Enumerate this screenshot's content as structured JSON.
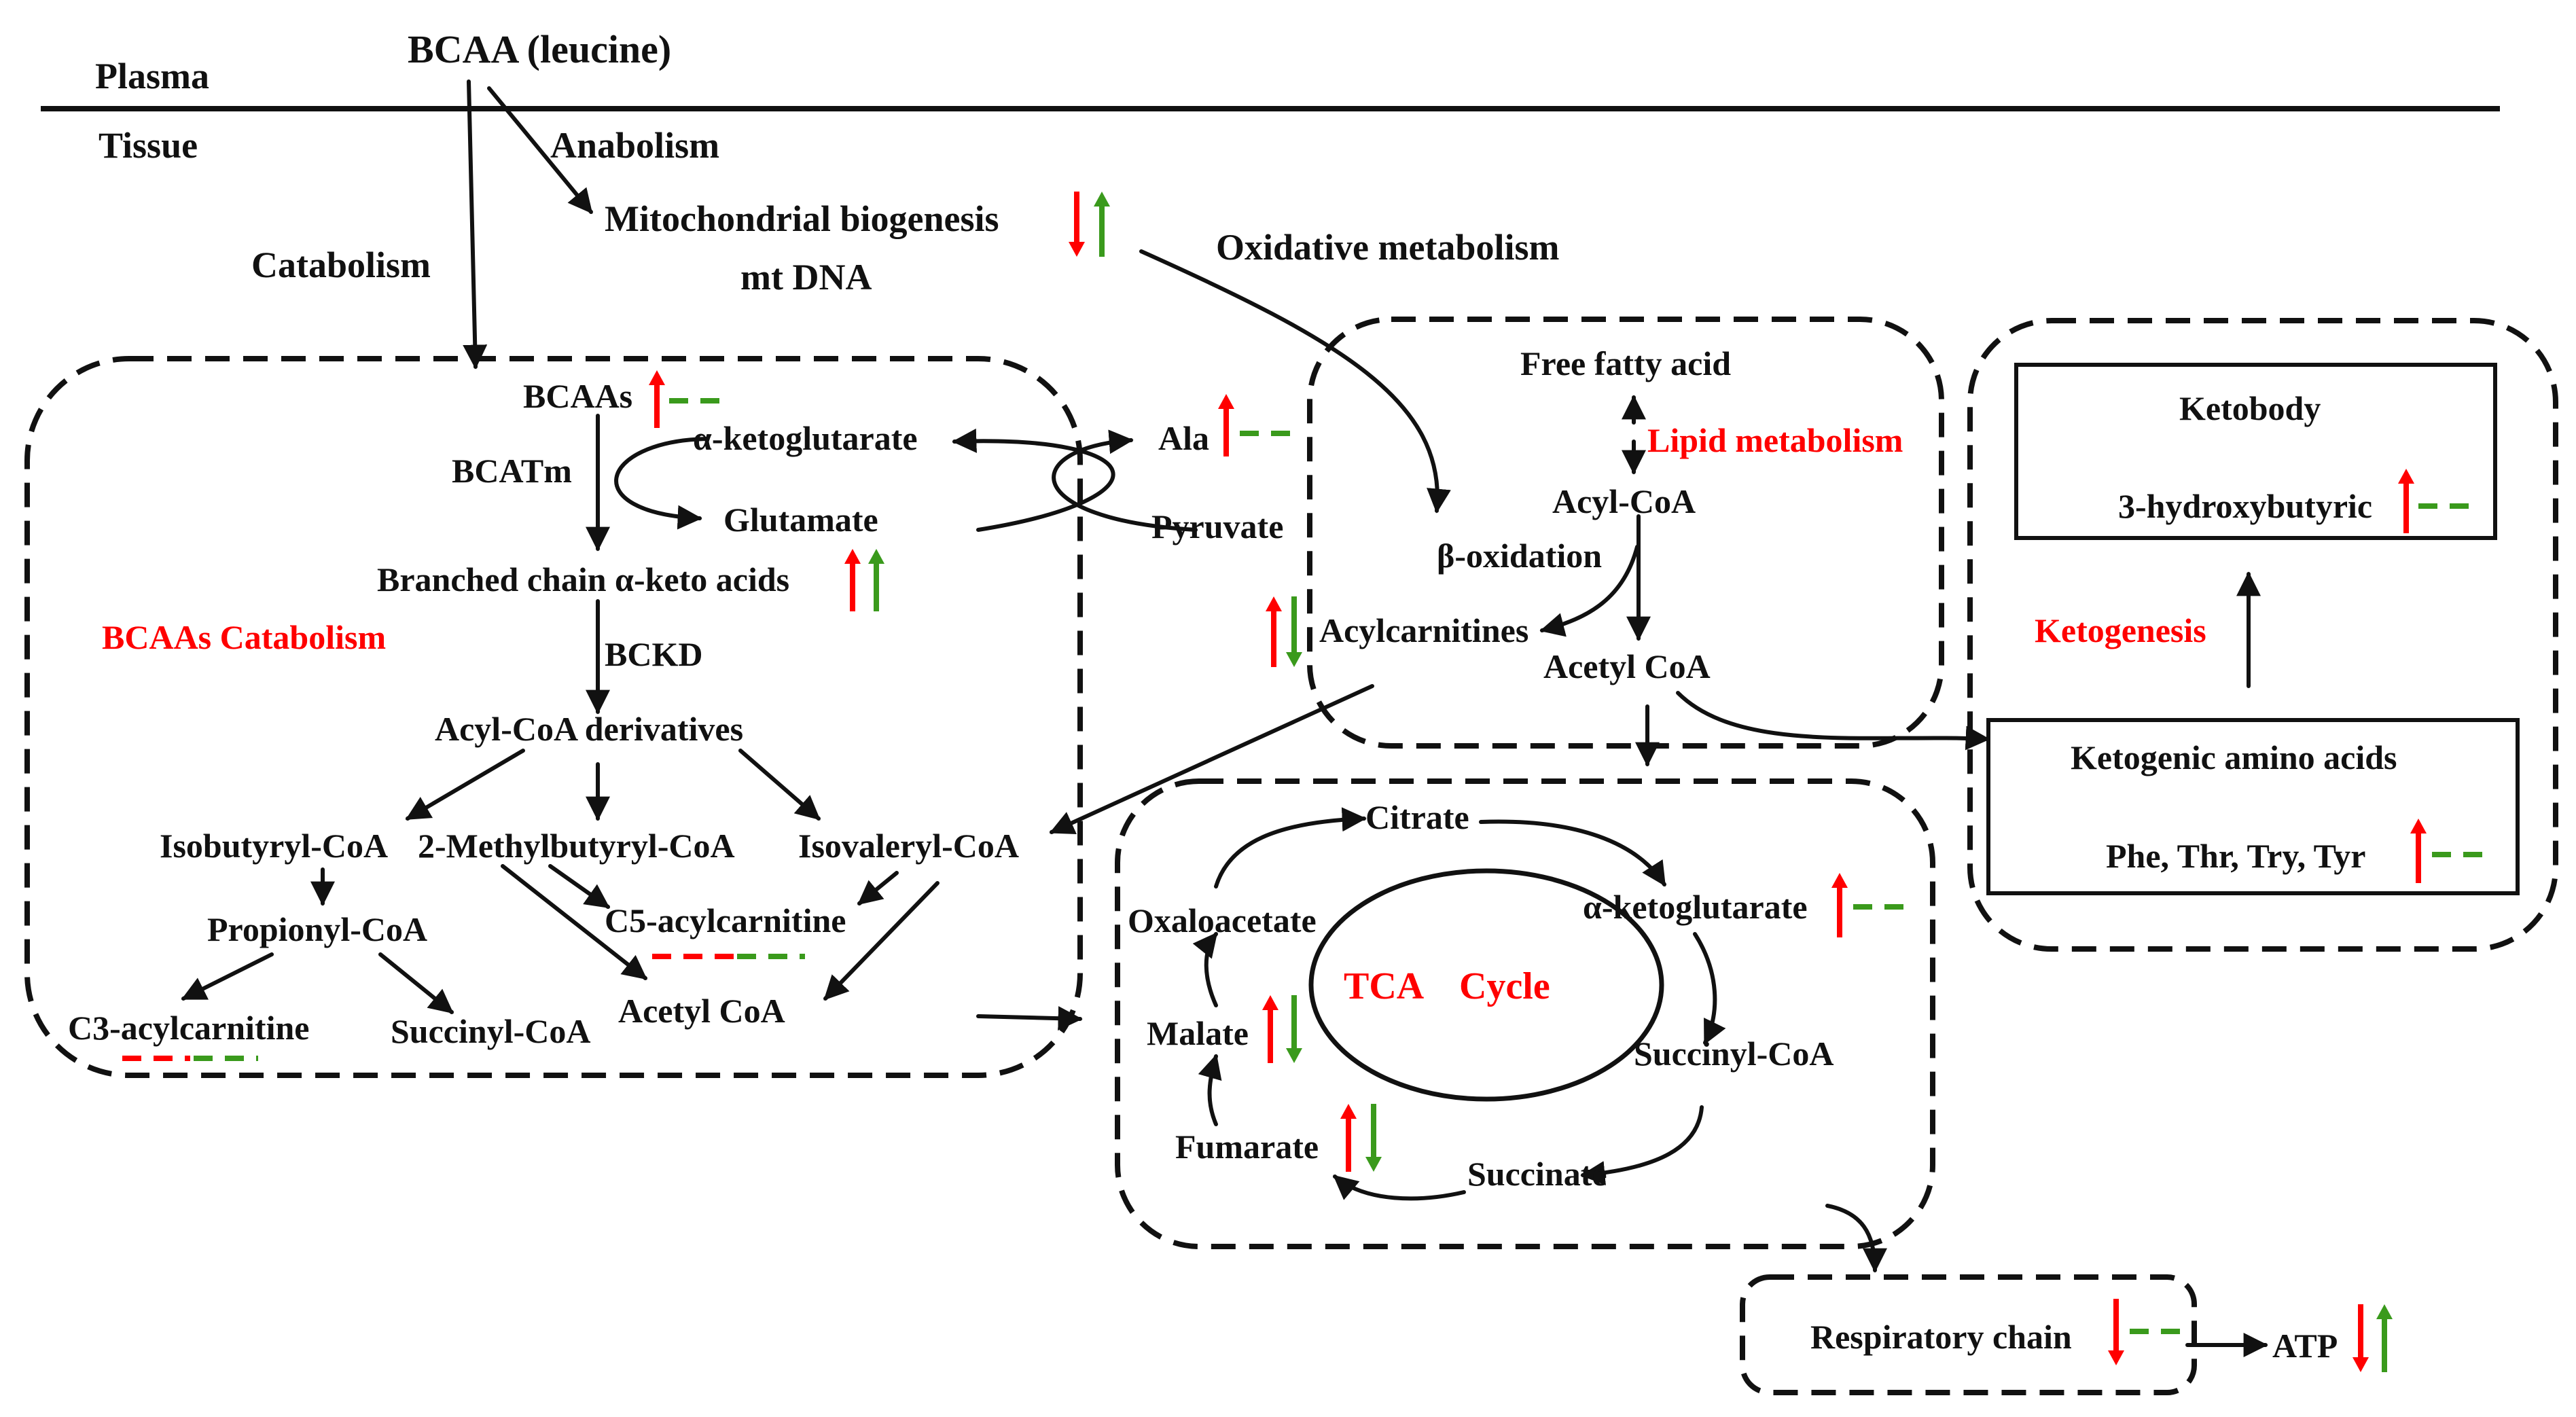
{
  "colors": {
    "line": "#111111",
    "up_red": "#ff0000",
    "down_red": "#ff0000",
    "up_green": "#3a9a1c",
    "down_green": "#3a9a1c",
    "dash_red": "#ff0000",
    "dash_green": "#3a9a1c",
    "highlight_text": "#ff0000"
  },
  "header": {
    "plasma": "Plasma",
    "tissue": "Tissue",
    "source": "BCAA (leucine)",
    "anabolism": "Anabolism",
    "catabolism": "Catabolism",
    "mito_biogenesis": "Mitochondrial biogenesis",
    "mt_dna": "mt DNA",
    "oxidative": "Oxidative metabolism"
  },
  "bcaa_box": {
    "title": "BCAAs Catabolism",
    "bcaas": "BCAAs",
    "bcatm": "BCATm",
    "akg": "α-ketoglutarate",
    "glutamate": "Glutamate",
    "bcka": "Branched chain α-keto acids",
    "bckd": "BCKD",
    "acyl_coa_deriv": "Acyl-CoA derivatives",
    "isobutyryl": "Isobutyryl-CoA",
    "methylbutyryl": "2-Methylbutyryl-CoA",
    "isovaleryl": "Isovaleryl-CoA",
    "propionyl": "Propionyl-CoA",
    "c5": "C5-acylcarnitine",
    "c3": "C3-acylcarnitine",
    "succinyl": "Succinyl-CoA",
    "acetyl": "Acetyl CoA"
  },
  "side": {
    "ala": "Ala",
    "pyruvate": "Pyruvate"
  },
  "lipid_box": {
    "title": "Lipid metabolism",
    "ffa": "Free fatty acid",
    "acyl_coa": "Acyl-CoA",
    "beta_ox": "β-oxidation",
    "acylcarnitines": "Acylcarnitines",
    "acetyl": "Acetyl CoA"
  },
  "tca_box": {
    "title_1": "TCA",
    "title_2": "Cycle",
    "citrate": "Citrate",
    "akg": "α-ketoglutarate",
    "succinyl": "Succinyl-CoA",
    "succinate": "Succinate",
    "fumarate": "Fumarate",
    "malate": "Malate",
    "oxaloacetate": "Oxaloacetate"
  },
  "keto_box": {
    "ketobody": "Ketobody",
    "hydroxy": "3-hydroxybutyric",
    "ketogenesis": "Ketogenesis",
    "ketogenic_aa": "Ketogenic amino acids",
    "aa_list": "Phe, Thr, Try, Tyr"
  },
  "resp": {
    "chain": "Respiratory chain",
    "atp": "ATP"
  }
}
